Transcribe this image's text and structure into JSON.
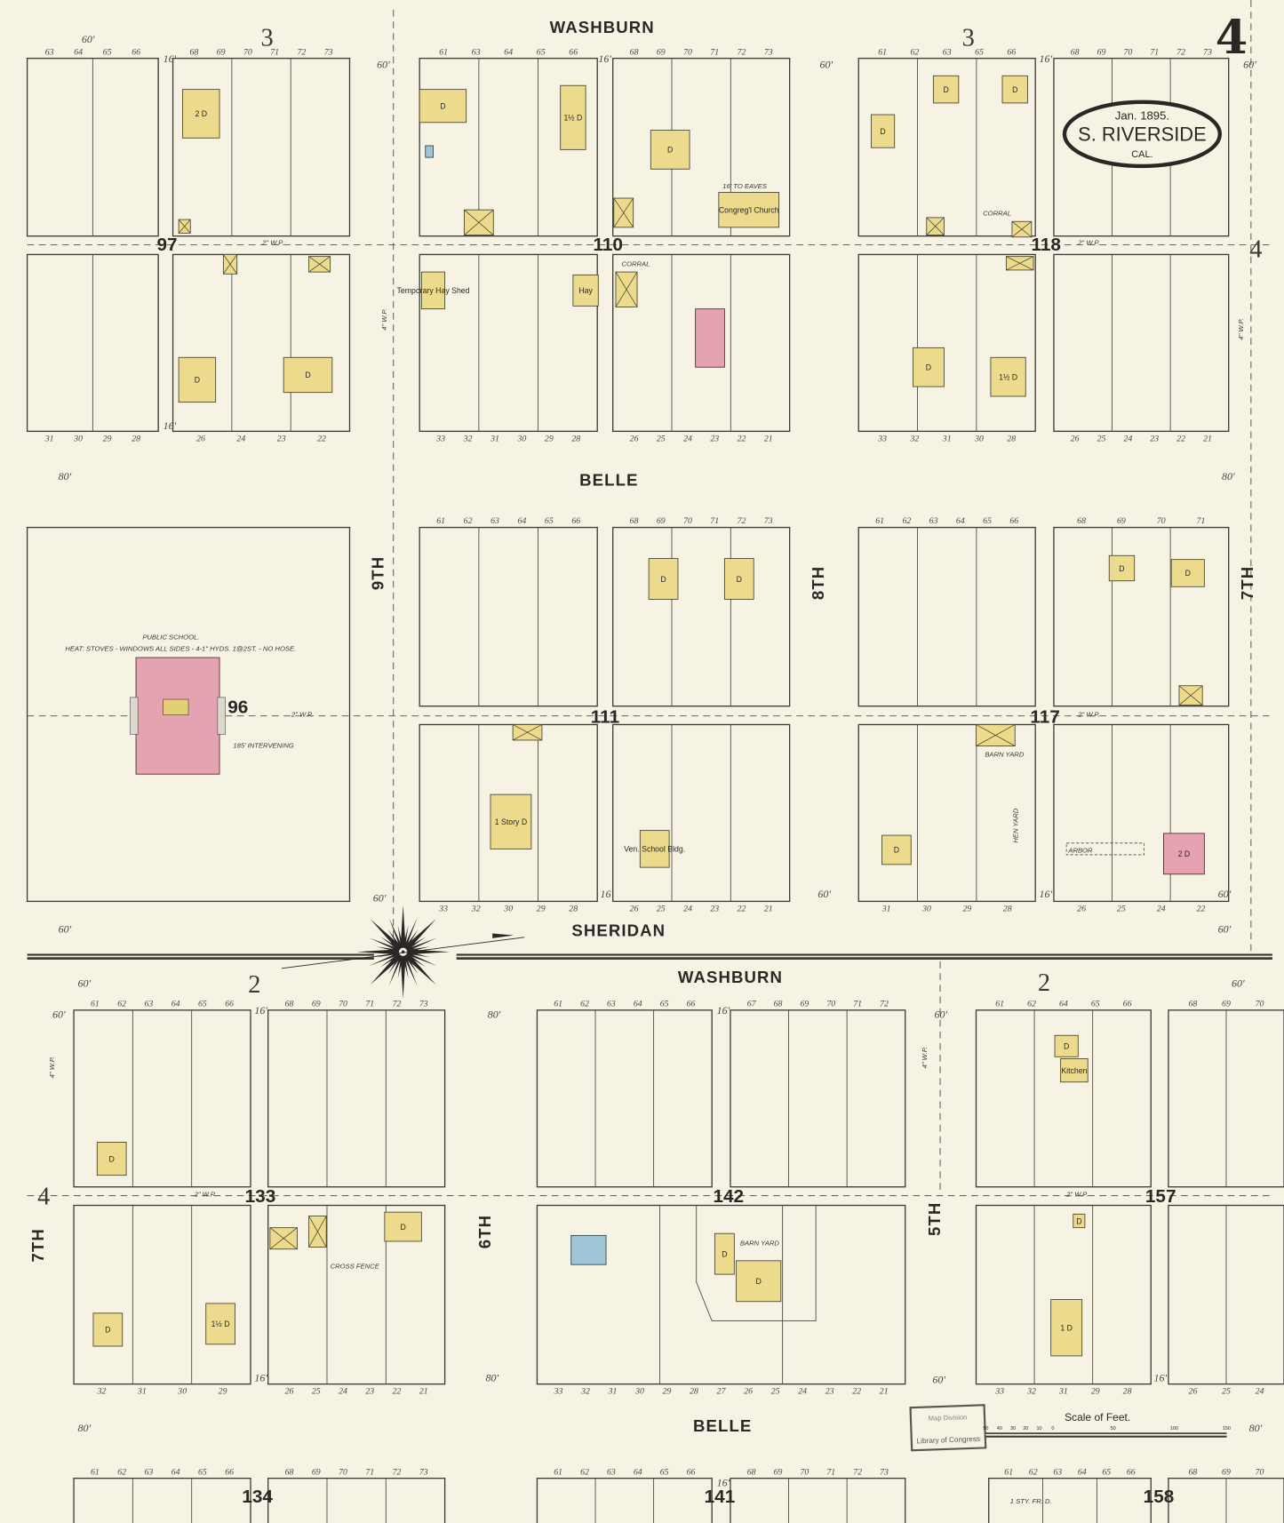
{
  "title_cartouche": {
    "date": "Jan. 1895.",
    "town": "S. RIVERSIDE",
    "state": "CAL."
  },
  "sheet_number": "4",
  "colors": {
    "paper": "#f6f2e4",
    "frame_dwelling": "#ecdb8c",
    "brick": "#e5a3b1",
    "stone_iron": "#9ec4d6",
    "ink": "#3c3a36"
  },
  "streets": [
    "WASHBURN",
    "BELLE",
    "SHERIDAN",
    "WASHBURN",
    "BELLE",
    "9TH",
    "8TH",
    "7TH",
    "7TH",
    "6TH",
    "5TH"
  ],
  "blocks": [
    "97",
    "110",
    "118",
    "96",
    "111",
    "117",
    "133",
    "142",
    "157",
    "134",
    "141",
    "158"
  ],
  "adjoining_sheets": [
    "3",
    "3",
    "4",
    "2",
    "2",
    "4"
  ],
  "lots": {
    "top_a": [
      "63",
      "64",
      "65",
      "66"
    ],
    "top_b": [
      "68",
      "69",
      "70",
      "71",
      "72",
      "73"
    ],
    "top_c": [
      "61",
      "63",
      "64",
      "65",
      "66"
    ],
    "top_d": [
      "68",
      "69",
      "70",
      "71",
      "72",
      "73"
    ],
    "top_e": [
      "61",
      "62",
      "63",
      "65",
      "66"
    ],
    "top_f": [
      "68",
      "69",
      "70",
      "71",
      "72",
      "73"
    ],
    "bot_a": [
      "31",
      "30",
      "29",
      "28"
    ],
    "bot_b": [
      "26",
      "24",
      "23",
      "22"
    ],
    "bot_c": [
      "33",
      "32",
      "31",
      "30",
      "29",
      "28"
    ],
    "bot_d": [
      "26",
      "25",
      "24",
      "23",
      "22",
      "21"
    ],
    "bot_e": [
      "33",
      "32",
      "31",
      "30",
      "28"
    ],
    "bot_f": [
      "26",
      "25",
      "24",
      "23",
      "22",
      "21"
    ],
    "mid_c": [
      "61",
      "62",
      "63",
      "64",
      "65",
      "66"
    ],
    "mid_d": [
      "68",
      "69",
      "70",
      "71",
      "72",
      "73"
    ],
    "mid_e": [
      "61",
      "62",
      "63",
      "64",
      "65",
      "66"
    ],
    "mid_f": [
      "68",
      "69",
      "70",
      "71"
    ],
    "mid_bc": [
      "33",
      "32",
      "30",
      "29",
      "28"
    ],
    "mid_bd": [
      "26",
      "25",
      "24",
      "23",
      "22",
      "21"
    ],
    "mid_be": [
      "31",
      "30",
      "29",
      "28"
    ],
    "mid_bf": [
      "26",
      "25",
      "24",
      "22"
    ],
    "low_a": [
      "61",
      "62",
      "63",
      "64",
      "65",
      "66"
    ],
    "low_b": [
      "68",
      "69",
      "70",
      "71",
      "72",
      "73"
    ],
    "low_c": [
      "61",
      "62",
      "63",
      "64",
      "65",
      "66"
    ],
    "low_d": [
      "67",
      "68",
      "69",
      "70",
      "71",
      "72"
    ],
    "low_e": [
      "61",
      "62",
      "64",
      "65",
      "66"
    ],
    "low_f": [
      "68",
      "69",
      "70"
    ],
    "lowb_a": [
      "32",
      "31",
      "30",
      "29"
    ],
    "lowb_b": [
      "26",
      "25",
      "24",
      "23",
      "22",
      "21"
    ],
    "lowb_c": [
      "33",
      "32",
      "31",
      "30",
      "29",
      "28",
      "27",
      "26",
      "25",
      "24",
      "23",
      "22",
      "21"
    ],
    "lowb_e": [
      "33",
      "32",
      "31",
      "29",
      "28"
    ],
    "lowb_f": [
      "26",
      "25",
      "24"
    ],
    "last_a": [
      "61",
      "62",
      "63",
      "64",
      "65",
      "66"
    ],
    "last_b": [
      "68",
      "69",
      "70",
      "71",
      "72",
      "73"
    ],
    "last_c": [
      "61",
      "62",
      "63",
      "64",
      "65",
      "66"
    ],
    "last_d": [
      "68",
      "69",
      "70",
      "71",
      "72",
      "73"
    ],
    "last_e": [
      "61",
      "62",
      "63",
      "64",
      "65",
      "66"
    ],
    "last_f": [
      "68",
      "69",
      "70"
    ]
  },
  "buildings": [
    "2 D",
    "D",
    "1½ D",
    "D",
    "D",
    "D",
    "Congreg'l Church",
    "D",
    "D",
    "D",
    "Temporary Hay Shed",
    "Hay",
    "D",
    "D",
    "1½ D",
    "D",
    "D",
    "D",
    "D",
    "D",
    "1 Story D",
    "Ven. School Bldg.",
    "D",
    "2 D",
    "D",
    "D",
    "1½ D",
    "D",
    "D",
    "D",
    "Kitchen",
    "1 D"
  ],
  "school": {
    "name": "PUBLIC SCHOOL.",
    "note": "HEAT: STOVES - WINDOWS ALL SIDES - 4-1\" HYDS. 1@2ST. - NO HOSE.",
    "intervening": "185' INTERVENING"
  },
  "notes": {
    "water_pipe": "2\" W.P.",
    "water_pipe_4": "4\" W.P.",
    "corral": "CORRAL",
    "arbor": "ARBOR",
    "barn_yard": "BARN YARD",
    "hen_yard": "HEN YARD",
    "cross_fence": "CROSS FENCE",
    "frame_dwelling": "1 STY. FR. D.",
    "to_eaves": "16' TO EAVES"
  },
  "dimensions": {
    "d60": "60'",
    "d80": "80'",
    "d16": "16'"
  },
  "stamp": {
    "line1": "Map Division",
    "line2": "Library of Congress"
  },
  "scale": {
    "title": "Scale of Feet.",
    "ticks": [
      "50",
      "40",
      "30",
      "20",
      "10",
      "0",
      "50",
      "100",
      "150"
    ]
  }
}
